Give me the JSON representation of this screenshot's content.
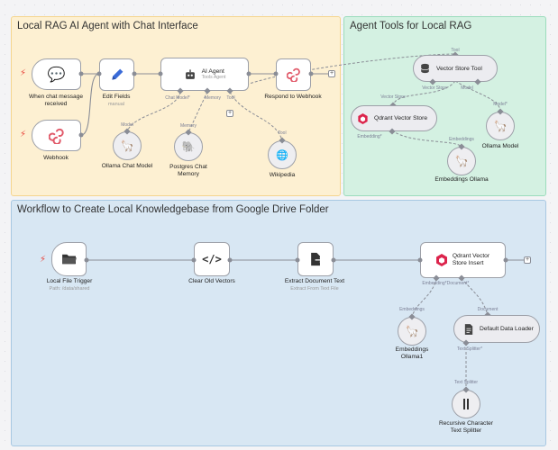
{
  "stickies": {
    "rag": {
      "title": "Local RAG AI Agent with Chat Interface"
    },
    "tools": {
      "title": "Agent Tools for Local RAG"
    },
    "workflow": {
      "title": "Workflow to Create Local Knowledgebase from Google Drive Folder"
    }
  },
  "nodes": {
    "chat_trigger": {
      "label": "When chat message\nreceived"
    },
    "webhook": {
      "label": "Webhook"
    },
    "edit_fields": {
      "label": "Edit Fields",
      "sub": "manual"
    },
    "ai_agent": {
      "title": "AI Agent",
      "sub": "Tools Agent"
    },
    "respond": {
      "label": "Respond to Webhook"
    },
    "ollama_chat": {
      "label": "Ollama Chat Model"
    },
    "postgres": {
      "label": "Postgres Chat\nMemory"
    },
    "wikipedia": {
      "label": "Wikipedia"
    },
    "vector_tool": {
      "title": "Vector Store Tool"
    },
    "qdrant_store": {
      "title": "Qdrant Vector Store"
    },
    "ollama_model": {
      "label": "Ollama Model"
    },
    "embeddings_ollama": {
      "label": "Embeddings Ollama"
    },
    "file_trigger": {
      "label": "Local File Trigger",
      "sub": "Path: /data/shared"
    },
    "clear_vectors": {
      "label": "Clear Old Vectors"
    },
    "extract": {
      "label": "Extract Document Text",
      "sub": "Extract From Text File"
    },
    "qdrant_insert": {
      "title": "Qdrant Vector\nStore Insert"
    },
    "embeddings_ollama1": {
      "label": "Embeddings\nOllama1"
    },
    "data_loader": {
      "title": "Default Data Loader"
    },
    "splitter": {
      "label": "Recursive Character\nText Splitter"
    }
  },
  "ports": {
    "chat_model": "Chat Model*",
    "memory": "Memory",
    "tool": "Tool",
    "model": "Model",
    "tool2": "Tool",
    "vector_store": "Vector Store",
    "model_tool": "Model",
    "vector_store_bottom": "Vector Store",
    "model_bottom": "Model*",
    "embedding": "Embedding*",
    "embeddings": "Embeddings",
    "embedding_insert": "Embedding*",
    "document": "Document*",
    "embeddings2": "Embeddings",
    "document2": "Document",
    "text_splitter": "Text Splitter*",
    "text_splitter2": "Text Splitter"
  },
  "icons": {
    "chat": "chat-bubbles-icon",
    "webhook": "webhook-icon",
    "edit": "pencil-icon",
    "agent": "robot-icon",
    "respond": "webhook-icon",
    "ollama": "llama-icon",
    "postgres": "elephant-icon",
    "wiki": "globe-icon",
    "db": "database-icon",
    "qdrant": "qdrant-icon",
    "folder": "folder-icon",
    "code": "code-icon",
    "extract": "file-export-icon",
    "loader": "document-icon",
    "splitter": "split-icon"
  },
  "colors": {
    "rag_bg": "#fdf0d2",
    "rag_border": "#f5d58e",
    "tools_bg": "#d4f1e2",
    "tools_border": "#9bdcbc",
    "wf_bg": "#d8e7f3",
    "wf_border": "#a8c8e2",
    "trigger": "#e8453c",
    "edge": "#8a8d96"
  }
}
